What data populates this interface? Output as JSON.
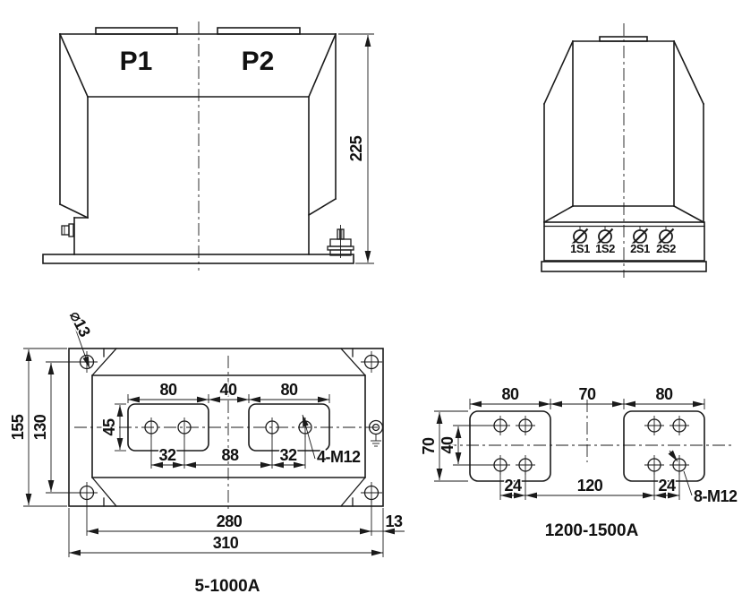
{
  "front_view": {
    "primary_label_left": "P1",
    "primary_label_right": "P2",
    "dim_height": "225"
  },
  "side_view": {
    "terminals": [
      "1S1",
      "1S2",
      "2S1",
      "2S2"
    ]
  },
  "base_view": {
    "hole_dia": "⌀13",
    "pad_w_left": "80",
    "pad_gap": "40",
    "pad_w_right": "80",
    "pad_h": "45",
    "hole_span_left": "32",
    "hole_span_mid": "88",
    "hole_span_right": "32",
    "thread": "4-M12",
    "holes_v": "130",
    "plate_h": "155",
    "holes_w": "280",
    "edge": "13",
    "plate_w": "310",
    "caption": "5-1000A"
  },
  "pads_view": {
    "pad_w_left": "80",
    "pad_gap": "70",
    "pad_w_right": "80",
    "pad_h": "70",
    "hole_v": "40",
    "hole_span_left": "24",
    "hole_span_mid": "120",
    "hole_span_right": "24",
    "thread": "8-M12",
    "caption": "1200-1500A"
  },
  "colors": {
    "line": "#1a1a1a",
    "background": "#ffffff"
  }
}
